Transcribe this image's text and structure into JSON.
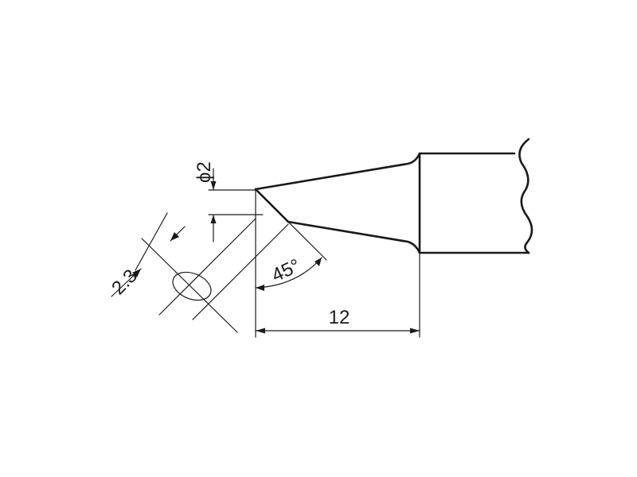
{
  "drawing": {
    "line_color": "#1a1a1a",
    "background_color": "#ffffff",
    "dimensions": {
      "tip_diameter": "ϕ2",
      "bevel_width": "2.3",
      "bevel_angle": "45°",
      "length": "12"
    }
  }
}
